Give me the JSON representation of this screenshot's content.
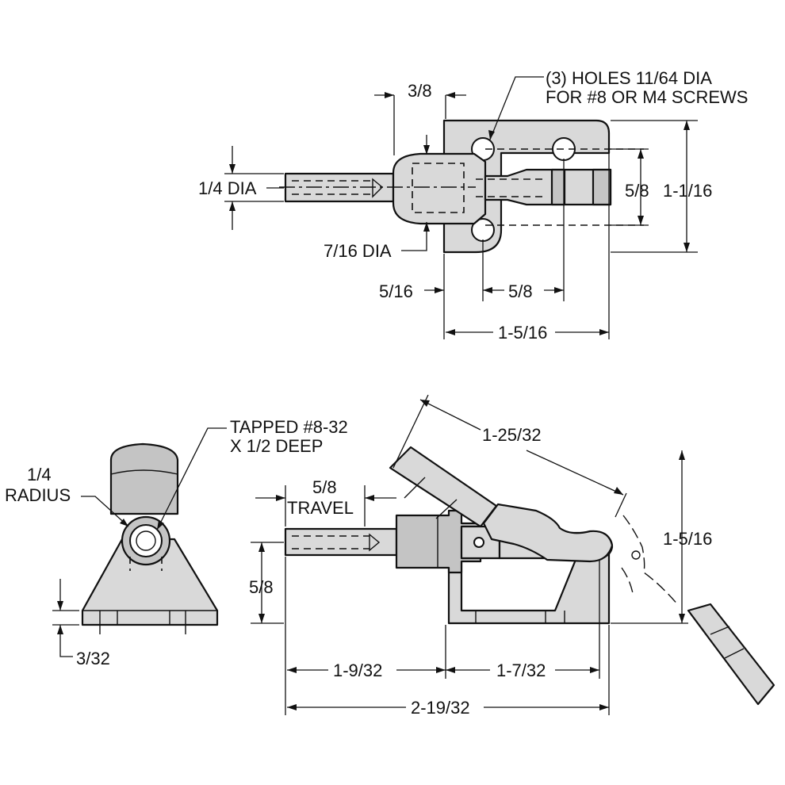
{
  "top_view": {
    "note_line1": "(3) HOLES 11/64 DIA",
    "note_line2": "FOR #8 OR M4 SCREWS",
    "dim_3_8": "3/8",
    "dim_1_4_dia": "1/4 DIA",
    "dim_7_16_dia": "7/16 DIA",
    "dim_5_8_height": "5/8",
    "dim_1_1_16": "1-1/16",
    "dim_5_16": "5/16",
    "dim_5_8_width": "5/8",
    "dim_1_5_16_width": "1-5/16"
  },
  "end_view": {
    "note_line1": "TAPPED #8-32",
    "note_line2": "X 1/2 DEEP",
    "radius_line1": "1/4",
    "radius_line2": "RADIUS",
    "dim_3_32": "3/32"
  },
  "side_view": {
    "dim_travel_value": "5/8",
    "dim_travel_label": "TRAVEL",
    "dim_1_25_32": "1-25/32",
    "dim_1_5_16_height": "1-5/16",
    "dim_5_8_height": "5/8",
    "dim_1_9_32": "1-9/32",
    "dim_1_7_32": "1-7/32",
    "dim_2_19_32": "2-19/32"
  }
}
